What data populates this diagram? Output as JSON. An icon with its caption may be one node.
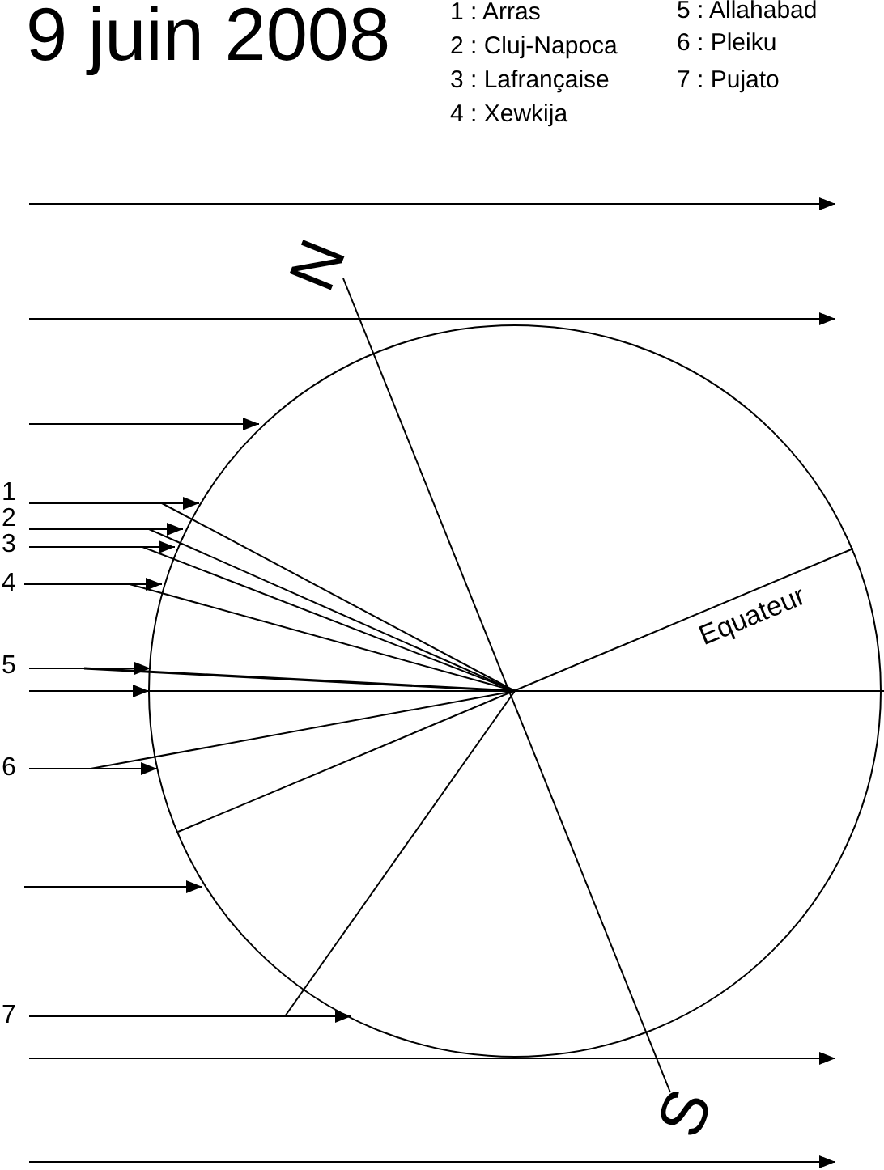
{
  "diagram": {
    "title": "9 juin 2008",
    "labels": [
      "1 : Arras",
      "2 : Cluj-Napoca",
      "3 : Lafrançaise",
      "4 : Xewkija",
      "5 : Allahabad",
      "6 : Pleiku",
      "7 : Pujato",
      "N",
      "Equateur",
      "S",
      "1",
      "2",
      "3",
      "4",
      "5",
      "6",
      "7"
    ]
  }
}
